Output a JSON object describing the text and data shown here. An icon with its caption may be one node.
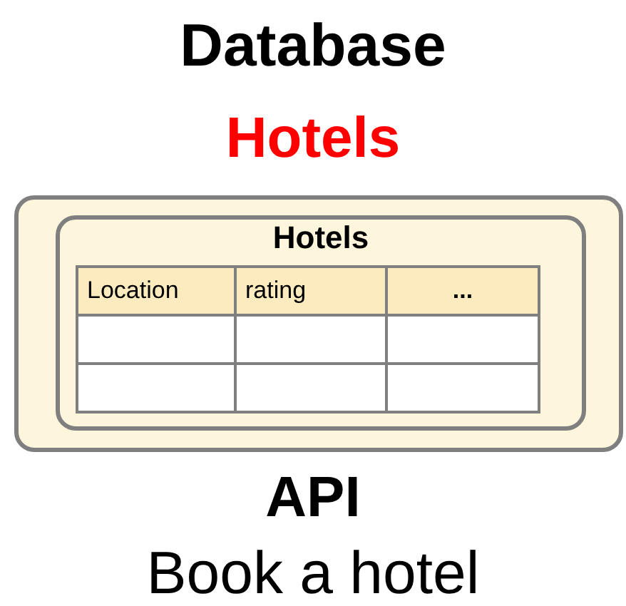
{
  "diagram": {
    "title": "Database",
    "nodes": [
      {
        "text": [],
        "shape": "box"
      },
      {
        "text": [
          "Hotels"
        ],
        "in": 0
      }
    ],
    "labels": [
      "Hotels",
      "Location",
      "rating",
      "...",
      "API",
      "Book a hotel"
    ]
  }
}
